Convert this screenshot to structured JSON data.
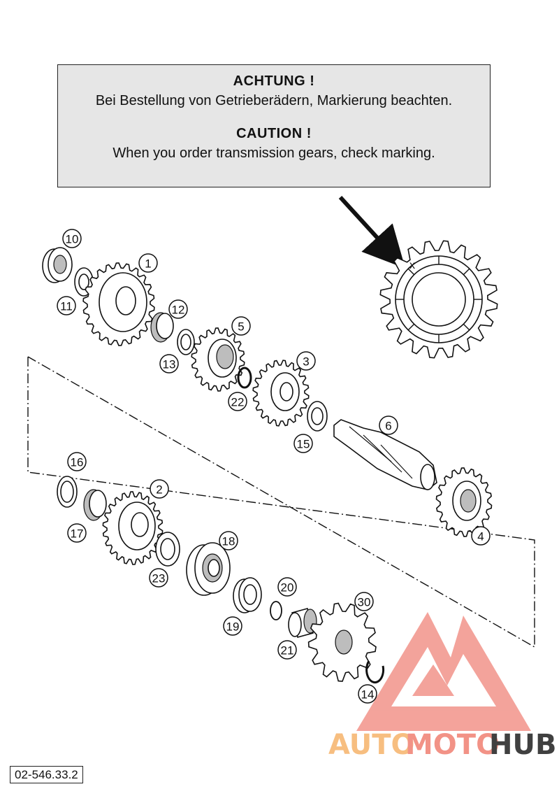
{
  "notice": {
    "de_heading": "ACHTUNG !",
    "de_text": "Bei Bestellung von Getrieberädern, Markierung beachten.",
    "en_heading": "CAUTION !",
    "en_text": "When you order transmission gears, check marking."
  },
  "marking_symbol": "x",
  "callouts": [
    "10",
    "1",
    "11",
    "12",
    "13",
    "5",
    "3",
    "22",
    "15",
    "6",
    "16",
    "2",
    "17",
    "23",
    "18",
    "4",
    "20",
    "19",
    "21",
    "30",
    "14"
  ],
  "reference": "02-546.33.2",
  "watermark": {
    "part1": "AUTO",
    "part2": "MOTO",
    "part3": "HUB",
    "color_orange": "#f6b36b",
    "color_red": "#f07f72",
    "color_dark": "#1f1f1f"
  }
}
